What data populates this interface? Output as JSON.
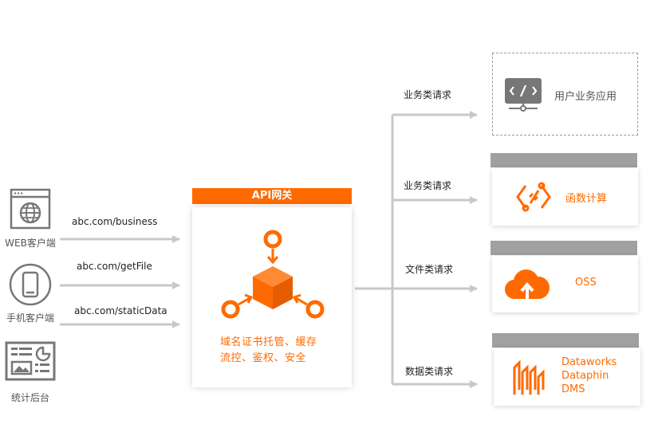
{
  "clients": [
    {
      "label": "WEB客户端",
      "icon": "web-browser-icon"
    },
    {
      "label": "手机客户端",
      "icon": "mobile-phone-icon"
    },
    {
      "label": "统计后台",
      "icon": "dashboard-icon"
    }
  ],
  "urls": [
    "abc.com/business",
    "abc.com/getFile",
    "abc.com/staticData"
  ],
  "gateway": {
    "title": "API网关",
    "line1": "域名证书托管、缓存",
    "line2": "流控、鉴权、安全",
    "icon": "gateway-cube-icon"
  },
  "requests": [
    "业务类请求",
    "业务类请求",
    "文件类请求",
    "数据类请求"
  ],
  "services": [
    {
      "label": "用户业务应用",
      "icon": "code-monitor-icon"
    },
    {
      "label": "函数计算",
      "icon": "function-compute-icon"
    },
    {
      "label": "OSS",
      "icon": "cloud-upload-icon"
    },
    {
      "lines": [
        "Dataworks",
        "Dataphin",
        "DMS"
      ],
      "icon": "data-bars-icon"
    }
  ],
  "colors": {
    "accent": "#ff6a00",
    "line": "#c8c8c8",
    "bar": "#a0a0a0"
  }
}
